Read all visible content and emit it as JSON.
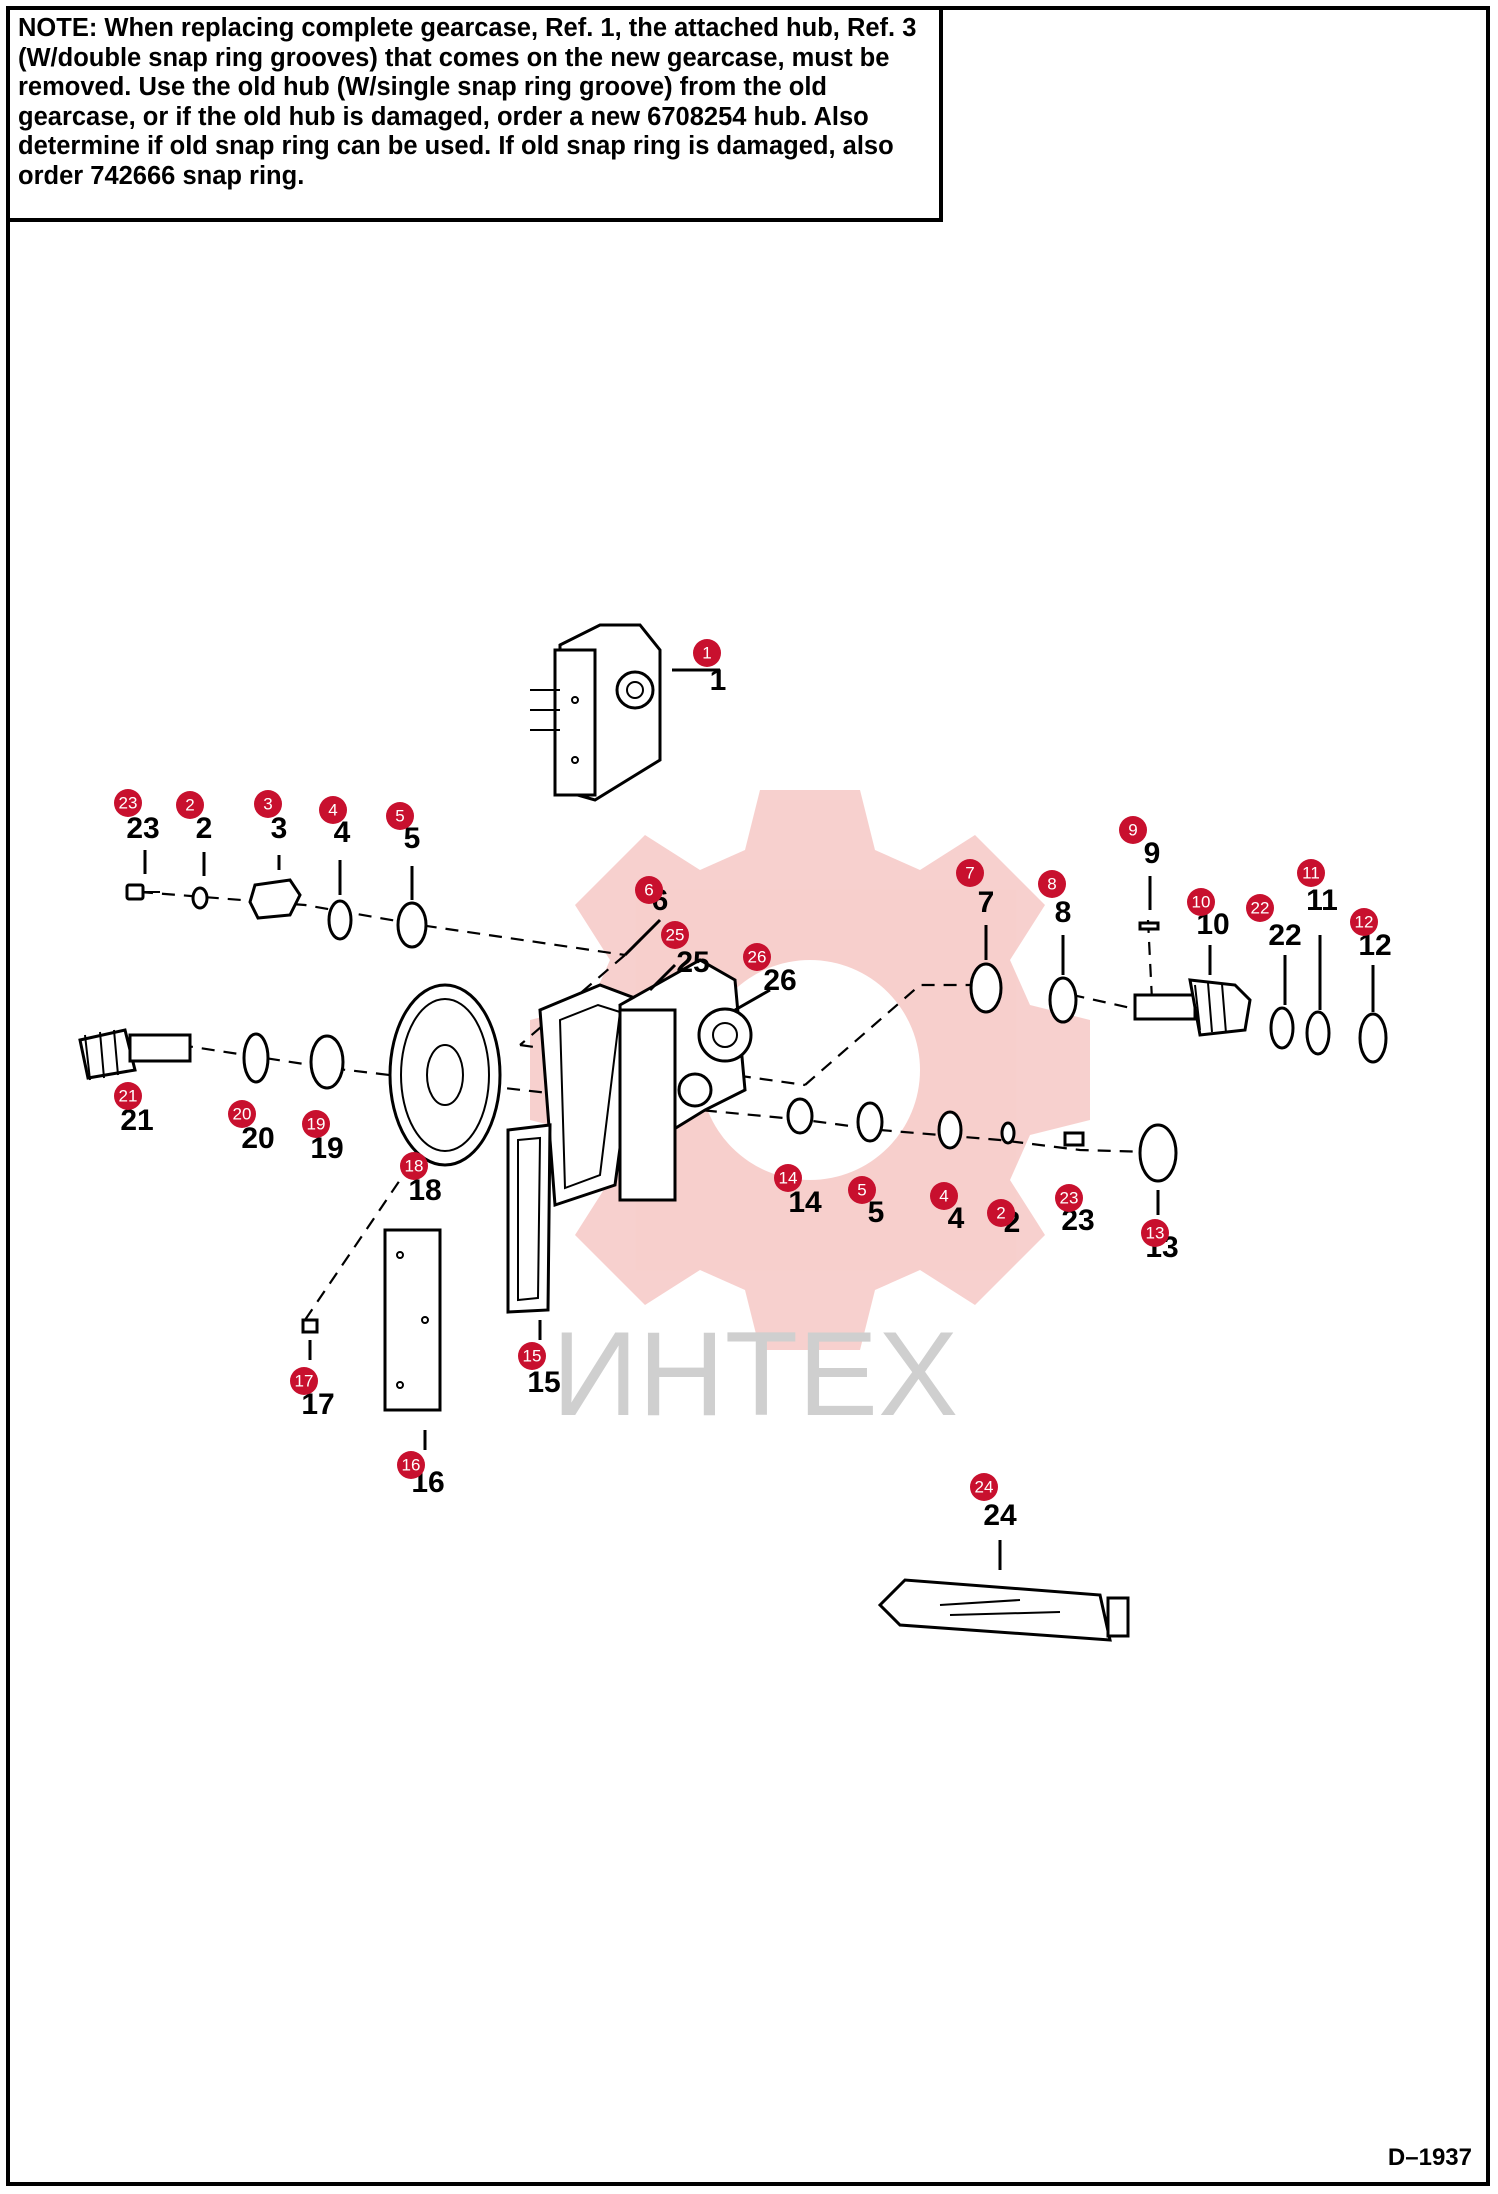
{
  "note": {
    "heading": "NOTE:",
    "text": " When replacing complete gearcase, Ref. 1, the  attached hub, Ref. 3 (W/double snap ring grooves) that comes on the new gearcase, must be removed.  Use the old hub (W/single snap ring groove) from the old gearcase, or if the old hub is damaged, order a new 6708254 hub. Also determine if old snap ring can be used.  If old snap ring is damaged, also order 742666 snap ring."
  },
  "watermark": "ИНТЕХ",
  "drawing_code": "D–1937",
  "colors": {
    "badge": "#c8102e",
    "watermark": "#f2b5b5"
  },
  "callouts": [
    {
      "id": "c1",
      "label": "1",
      "badge": "1"
    },
    {
      "id": "c23a",
      "label": "23",
      "badge": "23"
    },
    {
      "id": "c2a",
      "label": "2",
      "badge": "2"
    },
    {
      "id": "c3",
      "label": "3",
      "badge": "3"
    },
    {
      "id": "c4a",
      "label": "4",
      "badge": "4"
    },
    {
      "id": "c5a",
      "label": "5",
      "badge": "5"
    },
    {
      "id": "c6",
      "label": "6",
      "badge": "6"
    },
    {
      "id": "c25",
      "label": "25",
      "badge": "25"
    },
    {
      "id": "c26",
      "label": "26",
      "badge": "26"
    },
    {
      "id": "c7",
      "label": "7",
      "badge": "7"
    },
    {
      "id": "c8",
      "label": "8",
      "badge": "8"
    },
    {
      "id": "c9",
      "label": "9",
      "badge": "9"
    },
    {
      "id": "c10",
      "label": "10",
      "badge": "10"
    },
    {
      "id": "c22",
      "label": "22",
      "badge": "22"
    },
    {
      "id": "c11",
      "label": "11",
      "badge": "11"
    },
    {
      "id": "c12",
      "label": "12",
      "badge": "12"
    },
    {
      "id": "c21",
      "label": "21",
      "badge": "21"
    },
    {
      "id": "c20",
      "label": "20",
      "badge": "20"
    },
    {
      "id": "c19",
      "label": "19",
      "badge": "19"
    },
    {
      "id": "c18",
      "label": "18",
      "badge": "18"
    },
    {
      "id": "c14",
      "label": "14",
      "badge": "14"
    },
    {
      "id": "c5b",
      "label": "5",
      "badge": "5"
    },
    {
      "id": "c4b",
      "label": "4",
      "badge": "4"
    },
    {
      "id": "c2b",
      "label": "2",
      "badge": "2"
    },
    {
      "id": "c23b",
      "label": "23",
      "badge": "23"
    },
    {
      "id": "c13",
      "label": "13",
      "badge": "13"
    },
    {
      "id": "c15",
      "label": "15",
      "badge": "15"
    },
    {
      "id": "c17",
      "label": "17",
      "badge": "17"
    },
    {
      "id": "c16",
      "label": "16",
      "badge": "16"
    },
    {
      "id": "c24",
      "label": "24",
      "badge": "24"
    }
  ]
}
